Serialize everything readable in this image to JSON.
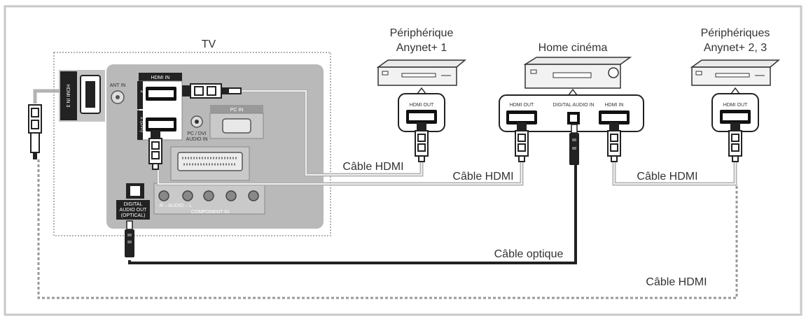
{
  "labels": {
    "tv": "TV",
    "device1_line1": "Périphérique",
    "device1_line2": "Anynet+ 1",
    "home_cinema": "Home cinéma",
    "device23_line1": "Périphériques",
    "device23_line2": "Anynet+ 2, 3"
  },
  "ports": {
    "hdmi_in": "HDMI IN",
    "hdmi_in_3": "HDMI IN 3",
    "hdmi_2": "2",
    "hdmi_1_dvi": "1 (DVI)",
    "ant_in": "ANT IN",
    "pc_in": "PC IN",
    "pc_dvi_audio_1": "PC / DVI",
    "pc_dvi_audio_2": "AUDIO IN",
    "digital_audio_out_1": "DIGITAL",
    "digital_audio_out_2": "AUDIO OUT",
    "digital_audio_out_3": "(OPTICAL)",
    "audio": "R – AUDIO – L",
    "component_in": "COMPONENT IN",
    "hdmi_out": "HDMI OUT",
    "digital_audio_in": "DIGITAL AUDIO IN",
    "hdmi_in_hc": "HDMI IN"
  },
  "cables": {
    "hdmi_1": "Câble HDMI",
    "hdmi_2": "Câble HDMI",
    "hdmi_3": "Câble HDMI",
    "optical": "Câble optique",
    "hdmi_bottom": "Câble HDMI"
  },
  "colors": {
    "frame": "#c8c8c8",
    "panel": "#b9b9b9",
    "cable_hdmi": "#b3b3b3",
    "cable_optical": "#222222",
    "port": "#111111"
  }
}
